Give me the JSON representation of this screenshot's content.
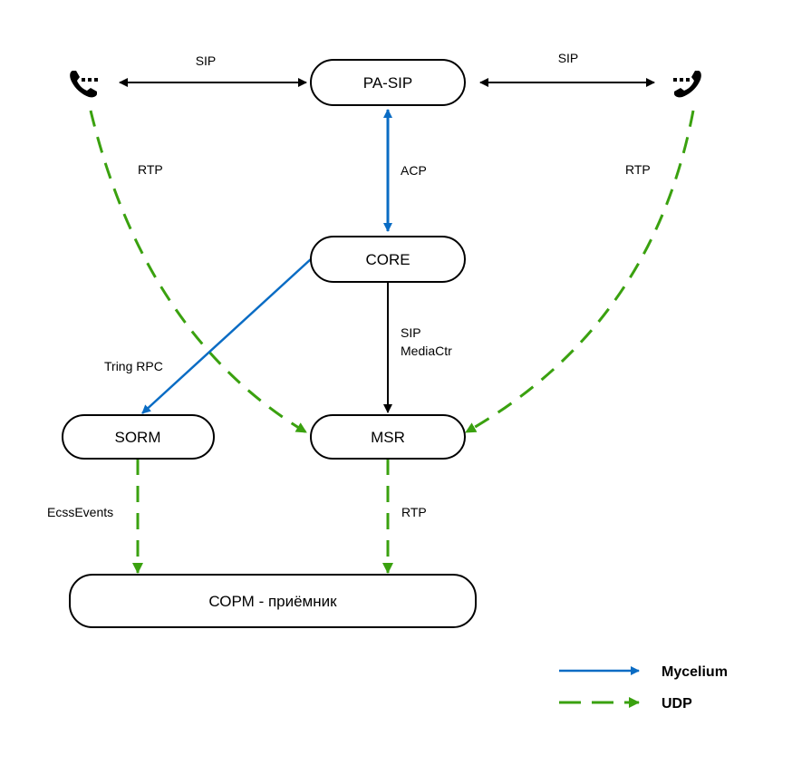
{
  "colors": {
    "mycelium": "#0a6cc4",
    "udp": "#3aa10f",
    "sip": "#000000"
  },
  "nodes": {
    "pa_sip": "PA-SIP",
    "core": "CORE",
    "sorm": "SORM",
    "msr": "MSR",
    "receiver": "СОРМ - приёмник"
  },
  "phones": {
    "left": "phone-icon",
    "right": "phone-icon"
  },
  "edges": {
    "sip_left": "SIP",
    "sip_right": "SIP",
    "acp": "ACP",
    "rtp_left": "RTP",
    "rtp_right": "RTP",
    "tring_rpc": "Tring RPC",
    "core_msr_line1": "SIP",
    "core_msr_line2": "MediaCtr",
    "ecss_events": "EcssEvents",
    "rtp_msr": "RTP"
  },
  "legend": {
    "mycelium": "Mycelium",
    "udp": "UDP"
  }
}
